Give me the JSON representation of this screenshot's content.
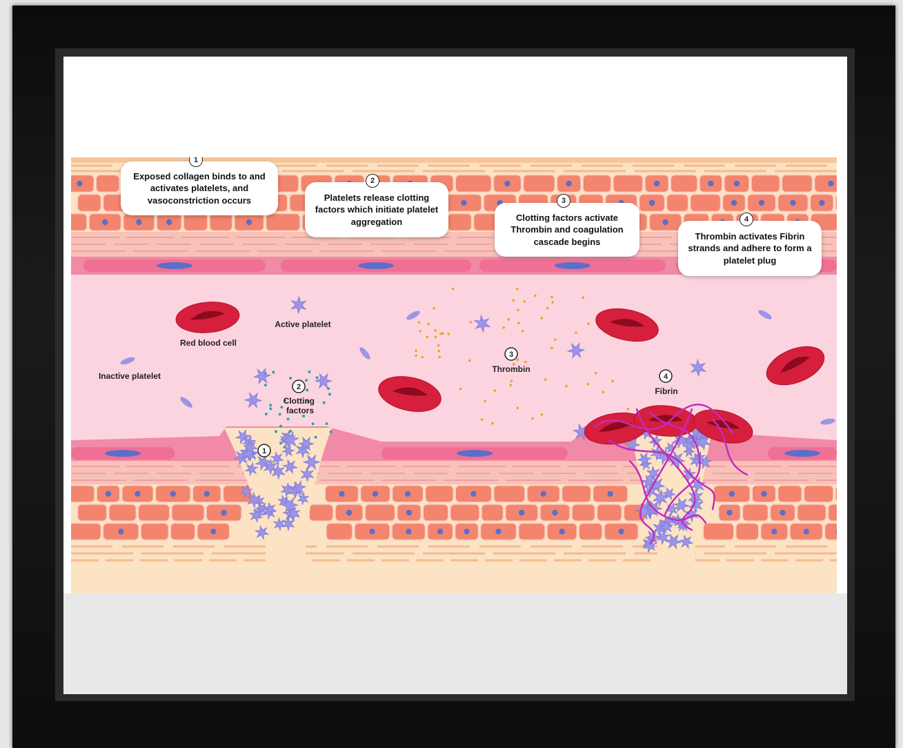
{
  "steps": [
    {
      "number": "1",
      "text": "Exposed collagen binds to and activates platelets, and vasoconstriction occurs"
    },
    {
      "number": "2",
      "text": "Platelets release clotting factors which initiate platelet aggregation"
    },
    {
      "number": "3",
      "text": "Clotting factors activate Thrombin and coagulation cascade begins"
    },
    {
      "number": "4",
      "text": "Thrombin activates Fibrin strands and adhere to form a platelet plug"
    }
  ],
  "labels": {
    "red_blood_cell": "Red blood cell",
    "active_platelet": "Active platelet",
    "inactive_platelet": "Inactive platelet",
    "clotting_factors": "Clotting factors",
    "thrombin": "Thrombin",
    "fibrin": "Fibrin"
  },
  "markers": {
    "one": "1",
    "two": "2",
    "three": "3",
    "four": "4"
  },
  "colors": {
    "plasma": "#fcd4df",
    "tissue_cell": "#f3856e",
    "nucleus": "#5b6fc9",
    "endothelium": "#ee7698",
    "red_blood_cell": "#d61f3d",
    "platelet": "#9a95e6",
    "fibrin": "#c22cbd",
    "thrombin": "#f0a21c",
    "clotting_factor": "#27a6a6"
  }
}
